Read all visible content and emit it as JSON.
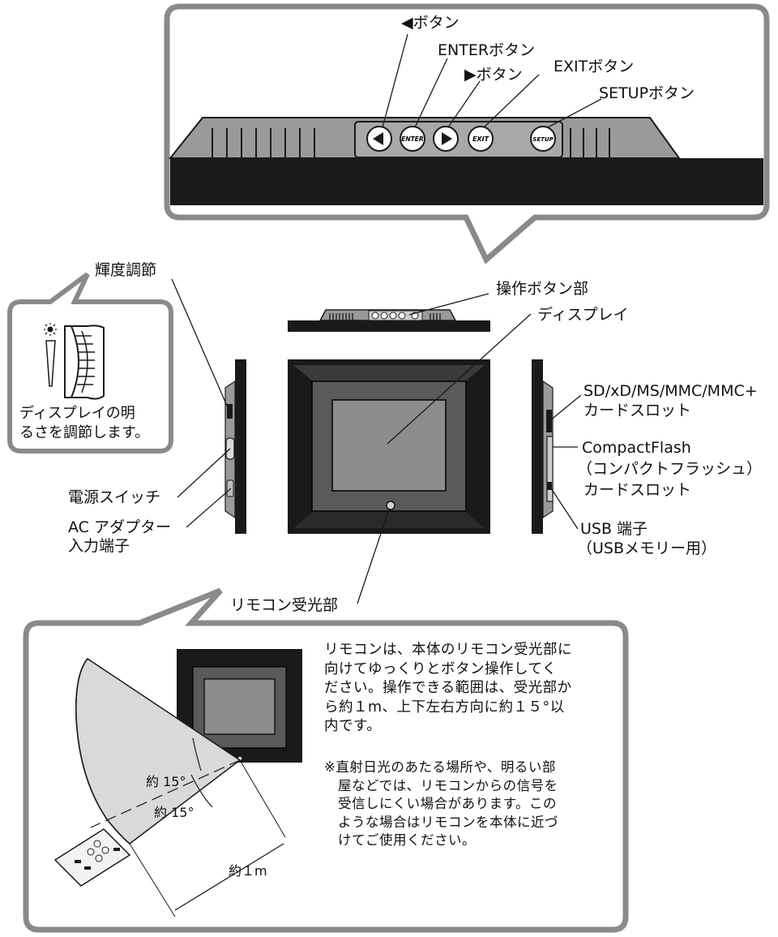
{
  "top_panel": {
    "labels": {
      "left_button": "◀ボタン",
      "enter_button": "ENTERボタン",
      "right_button": "▶ボタン",
      "exit_button": "EXITボタン",
      "setup_button": "SETUPボタン"
    },
    "button_texts": {
      "enter": "ENTER",
      "exit": "EXIT",
      "setup": "SETUP"
    }
  },
  "brightness_callout": {
    "heading": "輝度調節",
    "text_line1": "ディスプレイの明",
    "text_line2": "るさを調節します。"
  },
  "labels": {
    "operation_buttons": "操作ボタン部",
    "display": "ディスプレイ",
    "card_slot_line1": "SD/xD/MS/MMC/MMC+",
    "card_slot_line2": "カードスロット",
    "cf_line1": "CompactFlash",
    "cf_line2": "（コンパクトフラッシュ）",
    "cf_line3": "カードスロット",
    "usb_line1": "USB 端子",
    "usb_line2": "（USBメモリー用）",
    "power_switch": "電源スイッチ",
    "ac_line1": "AC アダプター",
    "ac_line2": "入力端子",
    "ir_receiver": "リモコン受光部"
  },
  "remote_panel": {
    "angle_label_1": "約 15°",
    "angle_label_2": "約 15°",
    "distance_label": "約１m",
    "desc_lines": [
      "リモコンは、本体のリモコン受光部に",
      "向けてゆっくりとボタン操作してく",
      "ださい。操作できる範囲は、受光部か",
      "ら約１m、上下左右方向に約１５°以",
      "内です。"
    ],
    "note_lines": [
      "※直射日光のあたる場所や、明るい部",
      "　屋などでは、リモコンからの信号を",
      "　受信しにくい場合があります。この",
      "　ような場合はリモコンを本体に近づ",
      "　けてご使用ください。"
    ]
  },
  "colors": {
    "panel_border": "#8a8a8a",
    "device_black": "#1a1a1a",
    "screen_grey": "#8c8c8c",
    "bezel_grey": "#5a5a5a",
    "cone_fill": "#d9d9d9"
  }
}
